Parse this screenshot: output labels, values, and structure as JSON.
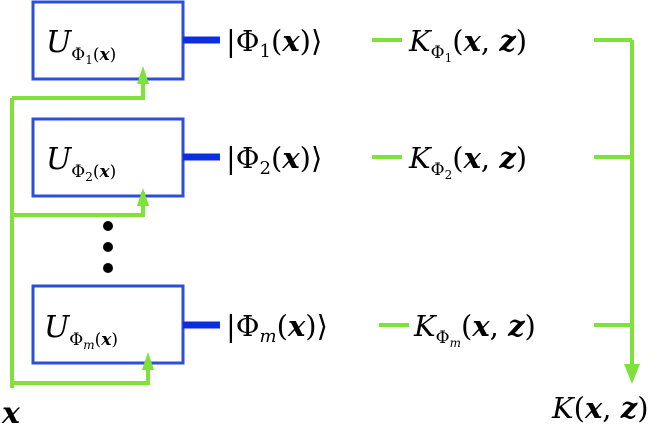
{
  "colors": {
    "box_stroke": "#2b4fd6",
    "blue_wire": "#0b2fe0",
    "green_wire": "#7fe23a",
    "text": "#000000"
  },
  "input_label": "x",
  "output_label": {
    "K": "K",
    "x": "x",
    "z": "z",
    "open": "(",
    "comma": ",",
    "close": ")"
  },
  "ellipsis": "⋮",
  "rows": [
    {
      "unitary": {
        "U": "U",
        "Phi": "Φ",
        "sub": "1",
        "x": "x",
        "open": "(",
        "close": ")"
      },
      "state": {
        "open": "|Φ",
        "sub": "1",
        "paren_open": "(",
        "x": "x",
        "close": ")⟩"
      },
      "kernel": {
        "K": "K",
        "Phi": "Φ",
        "sub": "1",
        "open": "(",
        "x": "x",
        "comma": ",",
        "z": "z",
        "close": ")"
      }
    },
    {
      "unitary": {
        "U": "U",
        "Phi": "Φ",
        "sub": "2",
        "x": "x",
        "open": "(",
        "close": ")"
      },
      "state": {
        "open": "|Φ",
        "sub": "2",
        "paren_open": "(",
        "x": "x",
        "close": ")⟩"
      },
      "kernel": {
        "K": "K",
        "Phi": "Φ",
        "sub": "2",
        "open": "(",
        "x": "x",
        "comma": ",",
        "z": "z",
        "close": ")"
      }
    },
    {
      "unitary": {
        "U": "U",
        "Phi": "Φ",
        "sub": "m",
        "x": "x",
        "open": "(",
        "close": ")"
      },
      "state": {
        "open": "|Φ",
        "sub": "m",
        "paren_open": "(",
        "x": "x",
        "close": ")⟩"
      },
      "kernel": {
        "K": "K",
        "Phi": "Φ",
        "sub": "m",
        "open": "(",
        "x": "x",
        "comma": ",",
        "z": "z",
        "close": ")"
      }
    }
  ]
}
